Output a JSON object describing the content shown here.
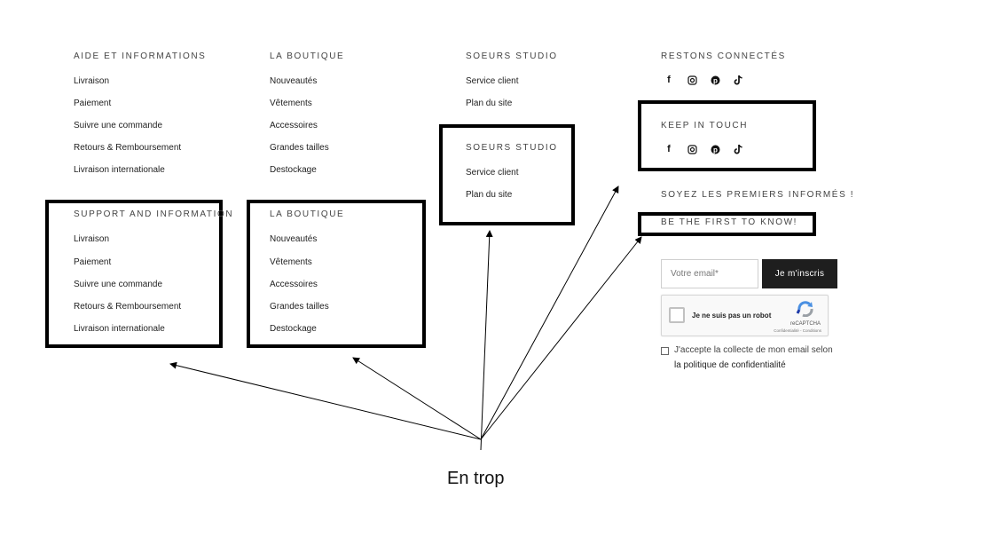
{
  "footer": {
    "col1": {
      "title": "AIDE ET INFORMATIONS",
      "links": [
        "Livraison",
        "Paiement",
        "Suivre une commande",
        "Retours & Remboursement",
        "Livraison internationale"
      ]
    },
    "col2": {
      "title": "LA BOUTIQUE",
      "links": [
        "Nouveautés",
        "Vêtements",
        "Accessoires",
        "Grandes tailles",
        "Destockage"
      ]
    },
    "col3": {
      "title": "SOEURS STUDIO",
      "links": [
        "Service client",
        "Plan du site"
      ]
    },
    "col4": {
      "title": "RESTONS CONNECTÉS",
      "social": [
        "facebook-icon",
        "instagram-icon",
        "pinterest-icon",
        "tiktok-icon"
      ]
    },
    "dup_support": {
      "title": "SUPPORT AND INFORMATION",
      "links": [
        "Livraison",
        "Paiement",
        "Suivre une commande",
        "Retours & Remboursement",
        "Livraison internationale"
      ]
    },
    "dup_boutique": {
      "title": "LA BOUTIQUE",
      "links": [
        "Nouveautés",
        "Vêtements",
        "Accessoires",
        "Grandes tailles",
        "Destockage"
      ]
    },
    "dup_studio": {
      "title": "SOEURS STUDIO",
      "links": [
        "Service client",
        "Plan du site"
      ]
    },
    "dup_keep": {
      "title": "KEEP IN TOUCH"
    },
    "newsletter": {
      "title": "SOYEZ LES PREMIERS INFORMÉS !",
      "dup_title": "BE THE FIRST TO KNOW!",
      "email_placeholder": "Votre email*",
      "button_label": "Je m'inscris",
      "captcha_label": "Je ne suis pas un robot",
      "captcha_brand": "reCAPTCHA",
      "captcha_terms": "Confidentialité - Conditions",
      "consent_text": "J'accepte la collecte de mon email selon",
      "policy_link": "la politique de confidentialité"
    }
  },
  "annotation": {
    "label": "En trop"
  }
}
